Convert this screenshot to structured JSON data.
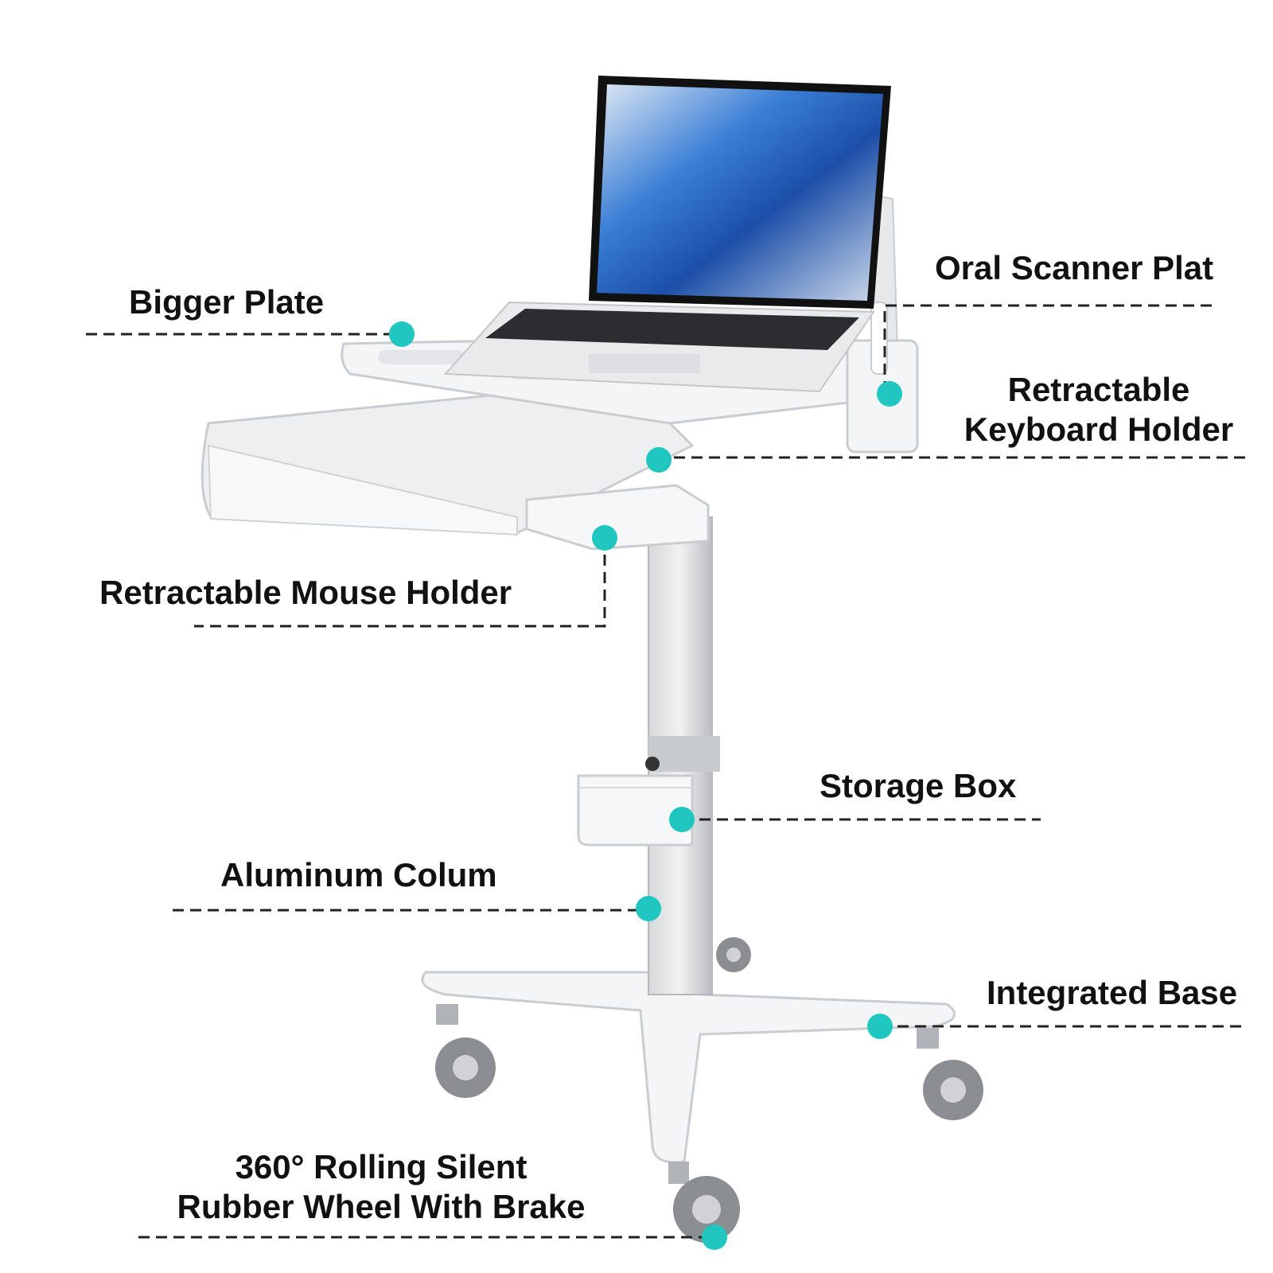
{
  "colors": {
    "marker": "#1fc7c0",
    "leader": "#222222",
    "text": "#111111",
    "cart_white": "#f4f5f6",
    "cart_edge": "#c9ccd0",
    "column": "#c3c6ca",
    "wheel": "#8a8d91",
    "screen": "#2a6cc4"
  },
  "icons": {
    "marker": "teal-dot-icon"
  },
  "labels": {
    "bigger_plate": "Bigger Plate",
    "oral_scanner_plat": "Oral Scanner Plat",
    "retractable_keyboard_holder_line1": "Retractable",
    "retractable_keyboard_holder_line2": "Keyboard Holder",
    "retractable_mouse_holder": "Retractable Mouse Holder",
    "storage_box": "Storage Box",
    "aluminum_colum": "Aluminum Colum",
    "integrated_base": "Integrated Base",
    "wheel_line1": "360° Rolling Silent",
    "wheel_line2": "Rubber Wheel With Brake"
  }
}
